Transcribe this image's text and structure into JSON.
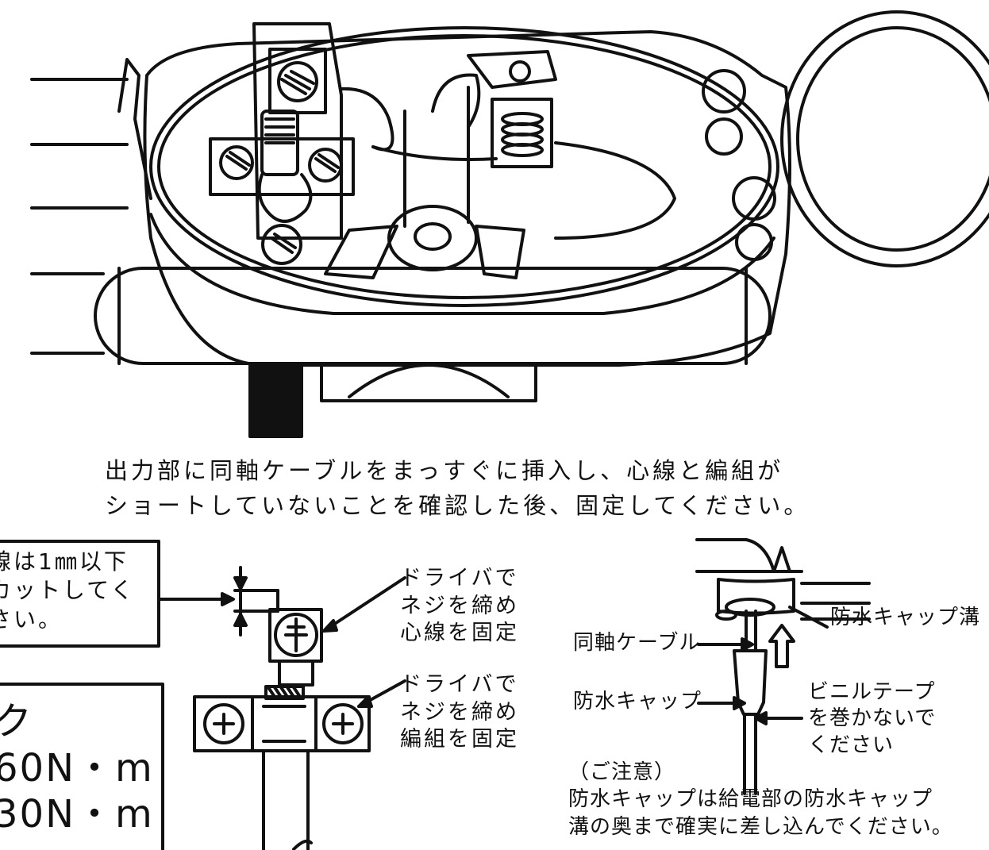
{
  "caption": "出力部に同軸ケーブルをまっすぐに挿入し、心線と編組が\nショートしていないことを確認した後、固定してください。",
  "core_cut_note": "線は1㎜以下\nカットしてく\nさい。",
  "torque": {
    "title": "ク",
    "value_1": "60N・m",
    "value_2": "30N・m"
  },
  "core_fix_label": "ドライバで\nネジを締め\n心線を固定",
  "braid_fix_label": "ドライバで\nネジを締め\n編組を固定",
  "coax_cable_label": "同軸ケーブル",
  "cap_groove_label": "防水キャップ溝",
  "waterproof_cap_label": "防水キャップ",
  "vinyl_tape_label": "ビニルテープ\nを巻かないで\nください",
  "caution": {
    "heading": "（ご注意）",
    "text": "防水キャップは給電部の防水キャップ\n溝の奥まで確実に差し込んでください。"
  }
}
